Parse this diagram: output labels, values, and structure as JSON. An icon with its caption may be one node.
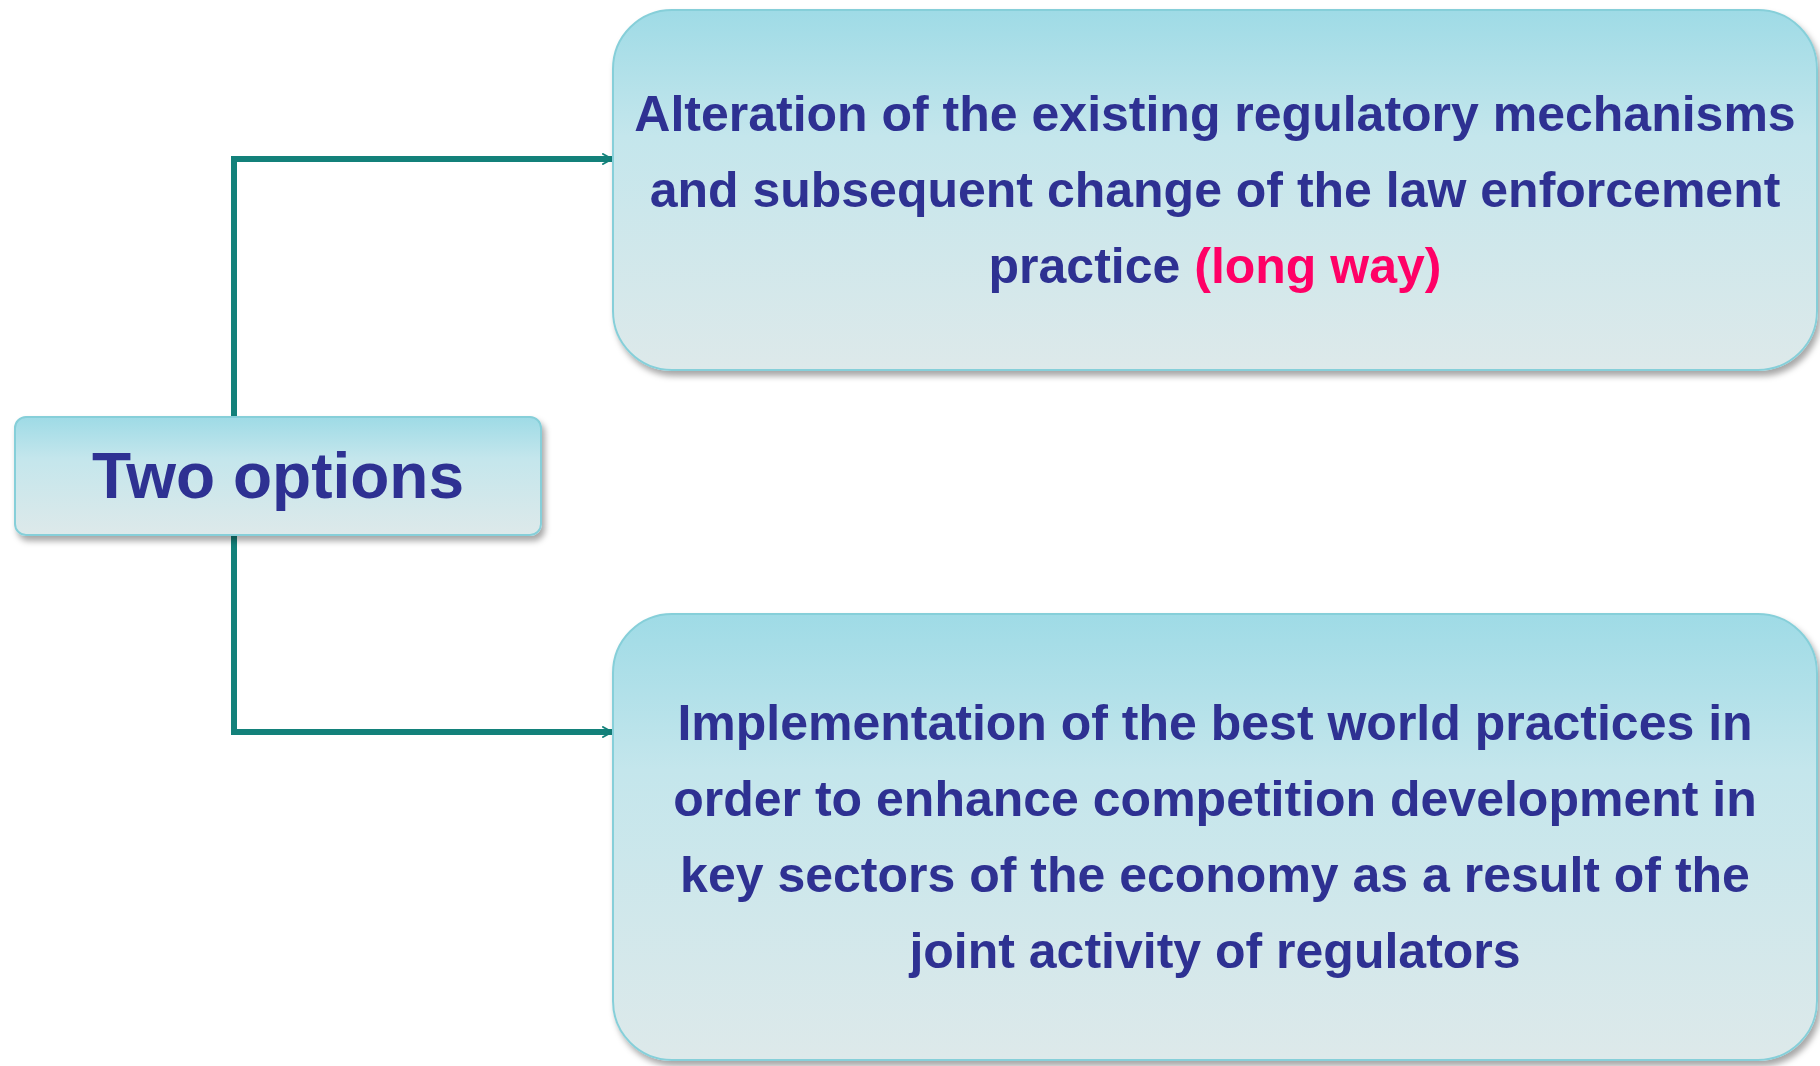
{
  "diagram": {
    "nodes": [
      {
        "text": [
          "Two options"
        ]
      },
      {
        "text": [
          "Alteration of the existing regulatory mechanisms and subsequent change of the law enforcement practice",
          "(long way)"
        ]
      },
      {
        "text": [
          "Implementation of the best world practices in order to enhance competition development in key sectors of the economy as a result of the joint activity of regulators"
        ]
      }
    ],
    "edges": [
      {
        "from": 0,
        "to": 1,
        "arrow": "to",
        "color": "#13817a"
      },
      {
        "from": 0,
        "to": 2,
        "arrow": "to",
        "color": "#13817a"
      }
    ]
  }
}
